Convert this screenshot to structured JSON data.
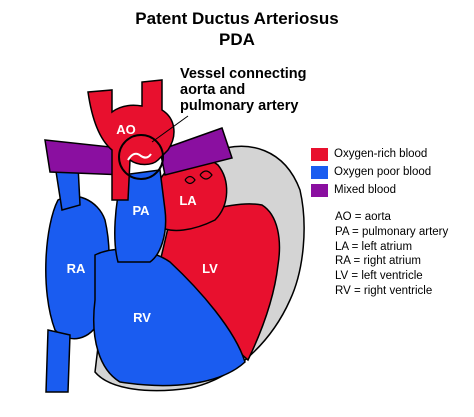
{
  "title": {
    "line1": "Patent Ductus Arteriosus",
    "line2": "PDA"
  },
  "callout": {
    "line1": "Vessel connecting",
    "line2": "aorta and",
    "line3": "pulmonary artery"
  },
  "legend": [
    {
      "label": "Oxygen-rich blood",
      "color": "#e8102e"
    },
    {
      "label": "Oxygen poor blood",
      "color": "#1a5cf0"
    },
    {
      "label": "Mixed blood",
      "color": "#8a0fa0"
    }
  ],
  "abbreviations": [
    "AO = aorta",
    "PA = pulmonary artery",
    "LA = left atrium",
    "RA = right atrium",
    "LV = left ventricle",
    "RV = right ventricle"
  ],
  "labels": {
    "ao": "AO",
    "pa": "PA",
    "la": "LA",
    "ra": "RA",
    "lv": "LV",
    "rv": "RV"
  },
  "colors": {
    "red": "#e8102e",
    "blue": "#1a5cf0",
    "purple": "#8a0fa0",
    "grey": "#d4d4d4"
  }
}
